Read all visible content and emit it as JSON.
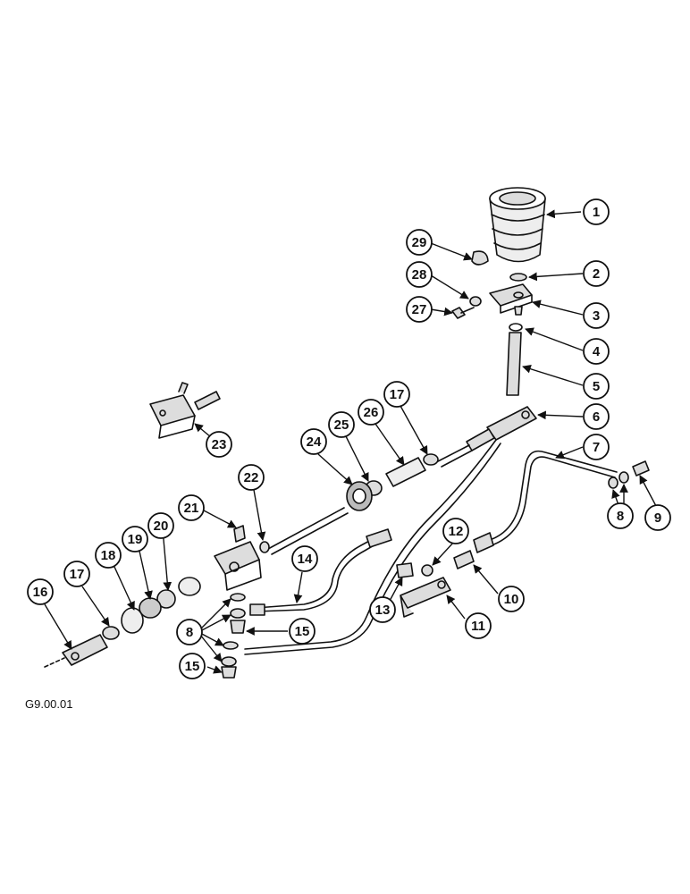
{
  "figure_code": "G9.00.01",
  "callouts": [
    {
      "id": "c1",
      "label": "1"
    },
    {
      "id": "c2",
      "label": "2"
    },
    {
      "id": "c3",
      "label": "3"
    },
    {
      "id": "c4",
      "label": "4"
    },
    {
      "id": "c5",
      "label": "5"
    },
    {
      "id": "c6",
      "label": "6"
    },
    {
      "id": "c7",
      "label": "7"
    },
    {
      "id": "c8a",
      "label": "8"
    },
    {
      "id": "c9",
      "label": "9"
    },
    {
      "id": "c10",
      "label": "10"
    },
    {
      "id": "c11",
      "label": "11"
    },
    {
      "id": "c12",
      "label": "12"
    },
    {
      "id": "c13",
      "label": "13"
    },
    {
      "id": "c14",
      "label": "14"
    },
    {
      "id": "c15a",
      "label": "15"
    },
    {
      "id": "c15b",
      "label": "15"
    },
    {
      "id": "c16",
      "label": "16"
    },
    {
      "id": "c17a",
      "label": "17"
    },
    {
      "id": "c17b",
      "label": "17"
    },
    {
      "id": "c18",
      "label": "18"
    },
    {
      "id": "c19",
      "label": "19"
    },
    {
      "id": "c20",
      "label": "20"
    },
    {
      "id": "c21",
      "label": "21"
    },
    {
      "id": "c22",
      "label": "22"
    },
    {
      "id": "c23",
      "label": "23"
    },
    {
      "id": "c24",
      "label": "24"
    },
    {
      "id": "c25",
      "label": "25"
    },
    {
      "id": "c26",
      "label": "26"
    },
    {
      "id": "c27",
      "label": "27"
    },
    {
      "id": "c28",
      "label": "28"
    },
    {
      "id": "c29",
      "label": "29"
    },
    {
      "id": "c8b",
      "label": "8"
    }
  ]
}
